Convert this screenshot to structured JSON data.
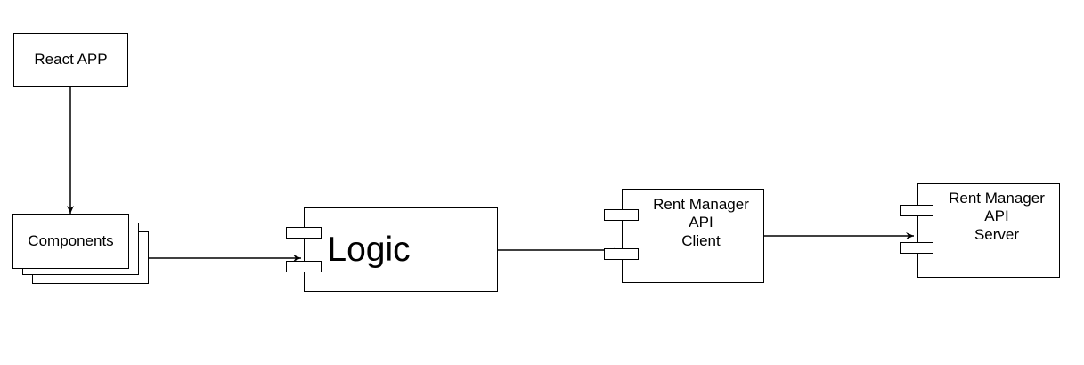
{
  "diagram": {
    "nodes": {
      "react_app": {
        "label": "React APP"
      },
      "components": {
        "label": "Components"
      },
      "logic": {
        "label": "Logic"
      },
      "api_client": {
        "label": "Rent Manager\nAPI\nClient"
      },
      "api_server": {
        "label": "Rent Manager\nAPI\nServer"
      }
    },
    "edges": [
      {
        "from": "react_app",
        "to": "components"
      },
      {
        "from": "components",
        "to": "logic"
      },
      {
        "from": "logic",
        "to": "api_client"
      },
      {
        "from": "api_client",
        "to": "api_server"
      }
    ]
  }
}
